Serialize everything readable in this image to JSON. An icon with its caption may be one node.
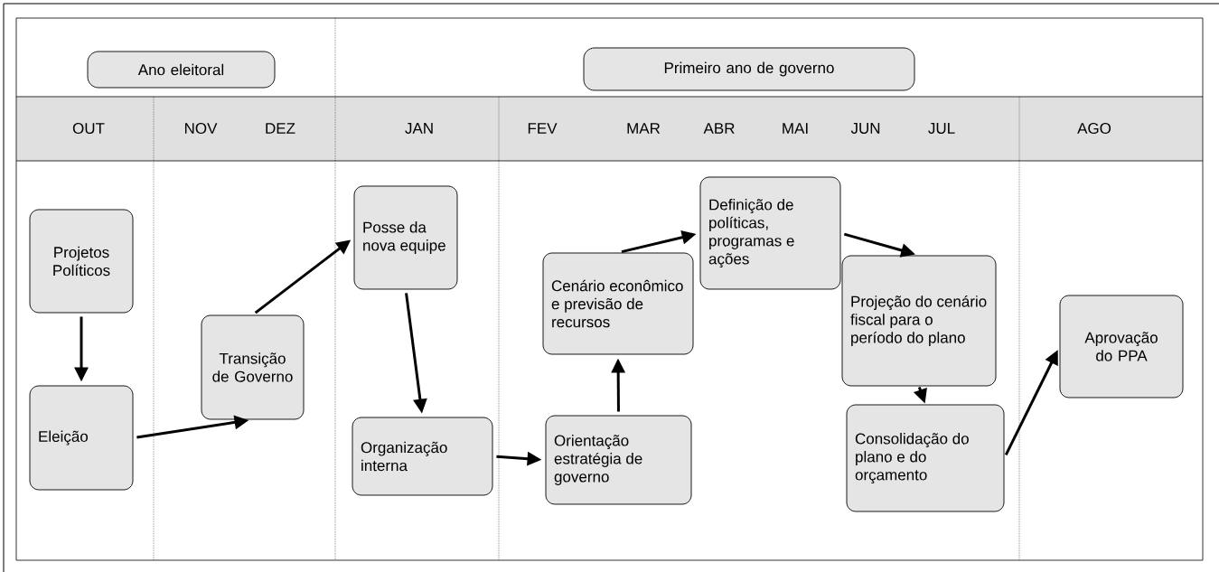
{
  "diagram": {
    "nodes": [
      {
        "text": [
          "Ano eleitoral"
        ]
      },
      {
        "text": [
          "Primeiro ano de governo"
        ]
      },
      {
        "text": [
          "Projetos Políticos"
        ]
      },
      {
        "text": [
          "Eleição"
        ]
      },
      {
        "text": [
          "Transição de Governo"
        ]
      },
      {
        "text": [
          "Posse da nova equipe"
        ]
      },
      {
        "text": [
          "Organização interna"
        ]
      },
      {
        "text": [
          "Orientação estratégia de governo"
        ]
      },
      {
        "text": [
          "Cenário econômico e previsão de recursos"
        ]
      },
      {
        "text": [
          "Definição de políticas, programas e ações"
        ]
      },
      {
        "text": [
          "Projeção do cenário fiscal para o período do plano"
        ]
      },
      {
        "text": [
          "Consolidação do plano e do orçamento"
        ]
      },
      {
        "text": [
          "Aprovação do PPA"
        ]
      }
    ],
    "edges": [
      {
        "from": 2,
        "to": 3,
        "arrow": "to"
      },
      {
        "from": 3,
        "to": 4,
        "arrow": "to"
      },
      {
        "from": 4,
        "to": 5,
        "arrow": "to"
      },
      {
        "from": 5,
        "to": 6,
        "arrow": "to"
      },
      {
        "from": 6,
        "to": 7,
        "arrow": "to"
      },
      {
        "from": 7,
        "to": 8,
        "arrow": "to"
      },
      {
        "from": 8,
        "to": 9,
        "arrow": "to"
      },
      {
        "from": 9,
        "to": 10,
        "arrow": "to"
      },
      {
        "from": 10,
        "to": 11,
        "arrow": "to"
      },
      {
        "from": 11,
        "to": 12,
        "arrow": "to"
      }
    ],
    "labels": [
      "OUT",
      "NOV",
      "DEZ",
      "JAN",
      "FEV",
      "MAR",
      "ABR",
      "MAI",
      "JUN",
      "JUL",
      "AGO"
    ]
  }
}
